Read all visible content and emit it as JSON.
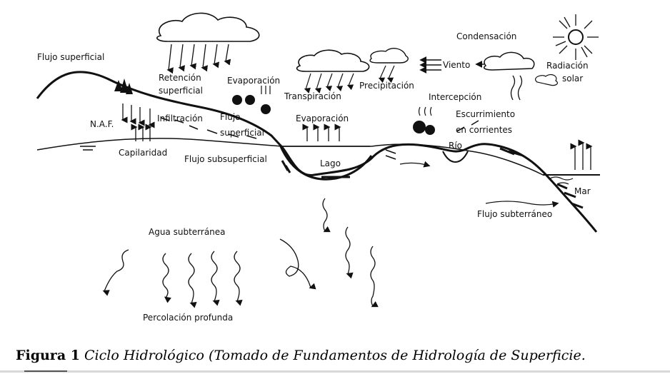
{
  "labels": {
    "flujo_superficial_top": "Flujo superficial",
    "retencion": "Retención",
    "superficial": "superficial",
    "evaporacion_top": "Evaporación",
    "transpiracion": "Transpiración",
    "precipitacion": "Precipitación",
    "condensacion": "Condensación",
    "viento": "Viento",
    "radiacion": "Radiación",
    "solar": "solar",
    "intercepcion": "Intercepción",
    "escurrimiento": "Escurrimiento",
    "en_corrientes": "en corrientes",
    "naf": "N.A.F.",
    "infiltracion": "Infiltración",
    "flujo": "Flujo",
    "superficial_2": "superficial",
    "evaporacion_lake": "Evaporación",
    "capilaridad": "Capilaridad",
    "flujo_subsuperficial": "Flujo subsuperficial",
    "lago": "Lago",
    "rio": "Río",
    "mar": "Mar",
    "flujo_subterraneo": "Flujo subterráneo",
    "agua_subterranea": "Agua subterránea",
    "percolacion_profunda": "Percolación profunda"
  },
  "caption": {
    "prefix": "Figura 1",
    "text": "Ciclo Hidrológico (Tomado de Fundamentos de Hidrología de Superficie."
  }
}
